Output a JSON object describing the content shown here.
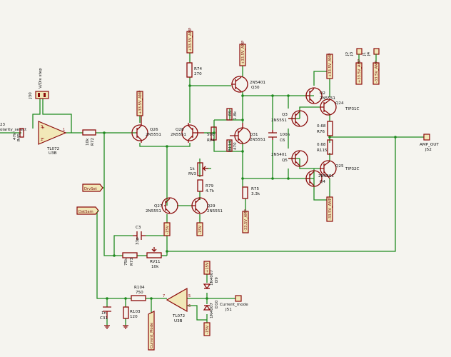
{
  "rails": {
    "pos_amp": "+33.5V_AMP",
    "neg_amp": "-33.5V_AMP",
    "pos15": "+15V",
    "neg15": "-15V"
  },
  "labels": {
    "u3a_ref": "U3B",
    "u3a_val": "TL072",
    "u3a_pin3": "3",
    "u3a_pin2": "2",
    "u3a_pin1": "1",
    "u3b_ref": "U3B",
    "u3b_val": "TL072",
    "u3b_pin7": "7",
    "u3b_pin6": "6",
    "u3b_pin5": "5",
    "j30_ref": "J30",
    "j30_val": "V/Div step",
    "left_cut_ref": "23",
    "left_cut_val": "olarity_select",
    "r_left_ref": "R45",
    "r_left_val": "47k",
    "r72_ref": "R72",
    "r72_val": "10k",
    "q26_ref": "Q26",
    "q26_val": "2N5551",
    "q28_ref": "Q28",
    "q28_val": "2N5551",
    "r74_ref": "R74",
    "r74_val": "270",
    "q30_ref": "Q30",
    "q30_val": "2N5401",
    "r5_ref": "R5",
    "r5_val": "1.8k",
    "rv4_ref": "RV4",
    "rv4_val": "500",
    "r114_ref": "R114",
    "r114_val": "470",
    "q31_ref": "Q31",
    "q31_val": "2N5551",
    "r75_ref": "R75",
    "r75_val": "3.3k",
    "c6_ref": "C6",
    "c6_val": "100n",
    "q3_ref": "Q3",
    "q3_val": "2N5551",
    "q5_ref": "Q5",
    "q5_val": "2N5401",
    "q2_ref": "Q2",
    "q2_val": "2N5551",
    "q24_ref": "Q24",
    "q24_val": "TIP31C",
    "r76_ref": "R76",
    "r76_val": "0.68",
    "r115_ref": "R115",
    "r115_val": "0.68",
    "q4_ref": "Q4",
    "q4_val": "2N5401",
    "q25_ref": "Q25",
    "q25_val": "TIP32C",
    "j2_ref": "J2",
    "j3_ref": "J3",
    "j1_ref": "J1",
    "j4_ref": "J4",
    "j52_ref": "J52",
    "j52_val": "AMP_OUT",
    "rv3_ref": "RV3",
    "rv3_val": "1k",
    "r79_ref": "R79",
    "r79_val": "4.7k",
    "q27_ref": "Q27",
    "q27_val": "2N5551",
    "q29_ref": "Q29",
    "q29_val": "2N5551",
    "c3_ref": "C3",
    "c3_val": "33p",
    "r73_ref": "R73",
    "r73_val": "75k",
    "rv11_ref": "RV11",
    "rv11_val": "10k",
    "r104_ref": "R104",
    "r104_val": "750",
    "r103_ref": "R103",
    "r103_val": "120",
    "c31_ref": "C31",
    "c31_val": "1n",
    "d9_ref": "D9",
    "d9_val": "1N4007",
    "d10_ref": "D10",
    "d10_val": "1N4007",
    "j51_ref": "J51",
    "j51_val": "Current_mode",
    "net_drvset": "DrvSet",
    "net_datsam": "DatSam",
    "net_current_mode": "Current_Mode"
  }
}
